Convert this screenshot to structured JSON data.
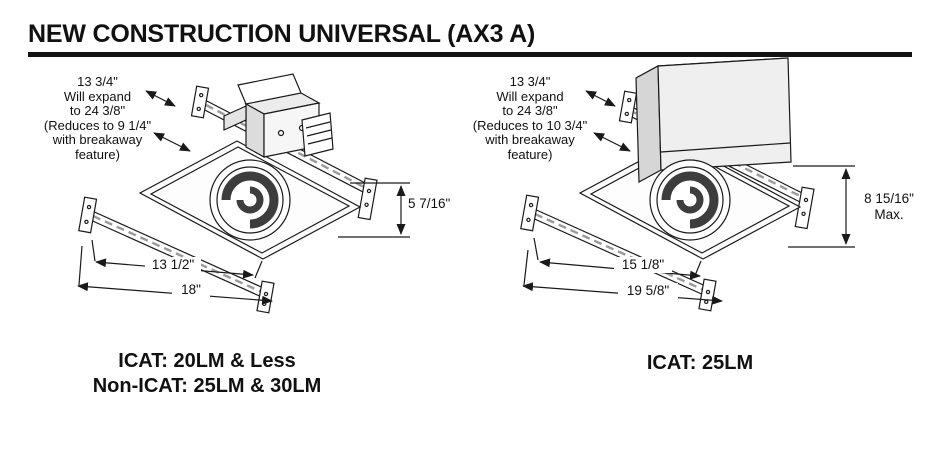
{
  "title": "NEW CONSTRUCTION UNIVERSAL (AX3 A)",
  "figures": {
    "left": {
      "annotation": "13 3/4\"\nWill expand\nto 24 3/8\"\n(Reduces to 9 1/4\"\nwith breakaway\nfeature)",
      "dim_height": "5 7/16\"",
      "dim_inner": "13 1/2\"",
      "dim_outer": "18\"",
      "caption": "ICAT: 20LM & Less\nNon-ICAT: 25LM & 30LM"
    },
    "right": {
      "annotation": "13 3/4\"\nWill expand\nto 24 3/8\"\n(Reduces to 10 3/4\"\nwith breakaway\nfeature)",
      "dim_height": "8 15/16\"\nMax.",
      "dim_inner": "15 1/8\"",
      "dim_outer": "19 5/8\"",
      "caption": "ICAT: 25LM"
    }
  }
}
